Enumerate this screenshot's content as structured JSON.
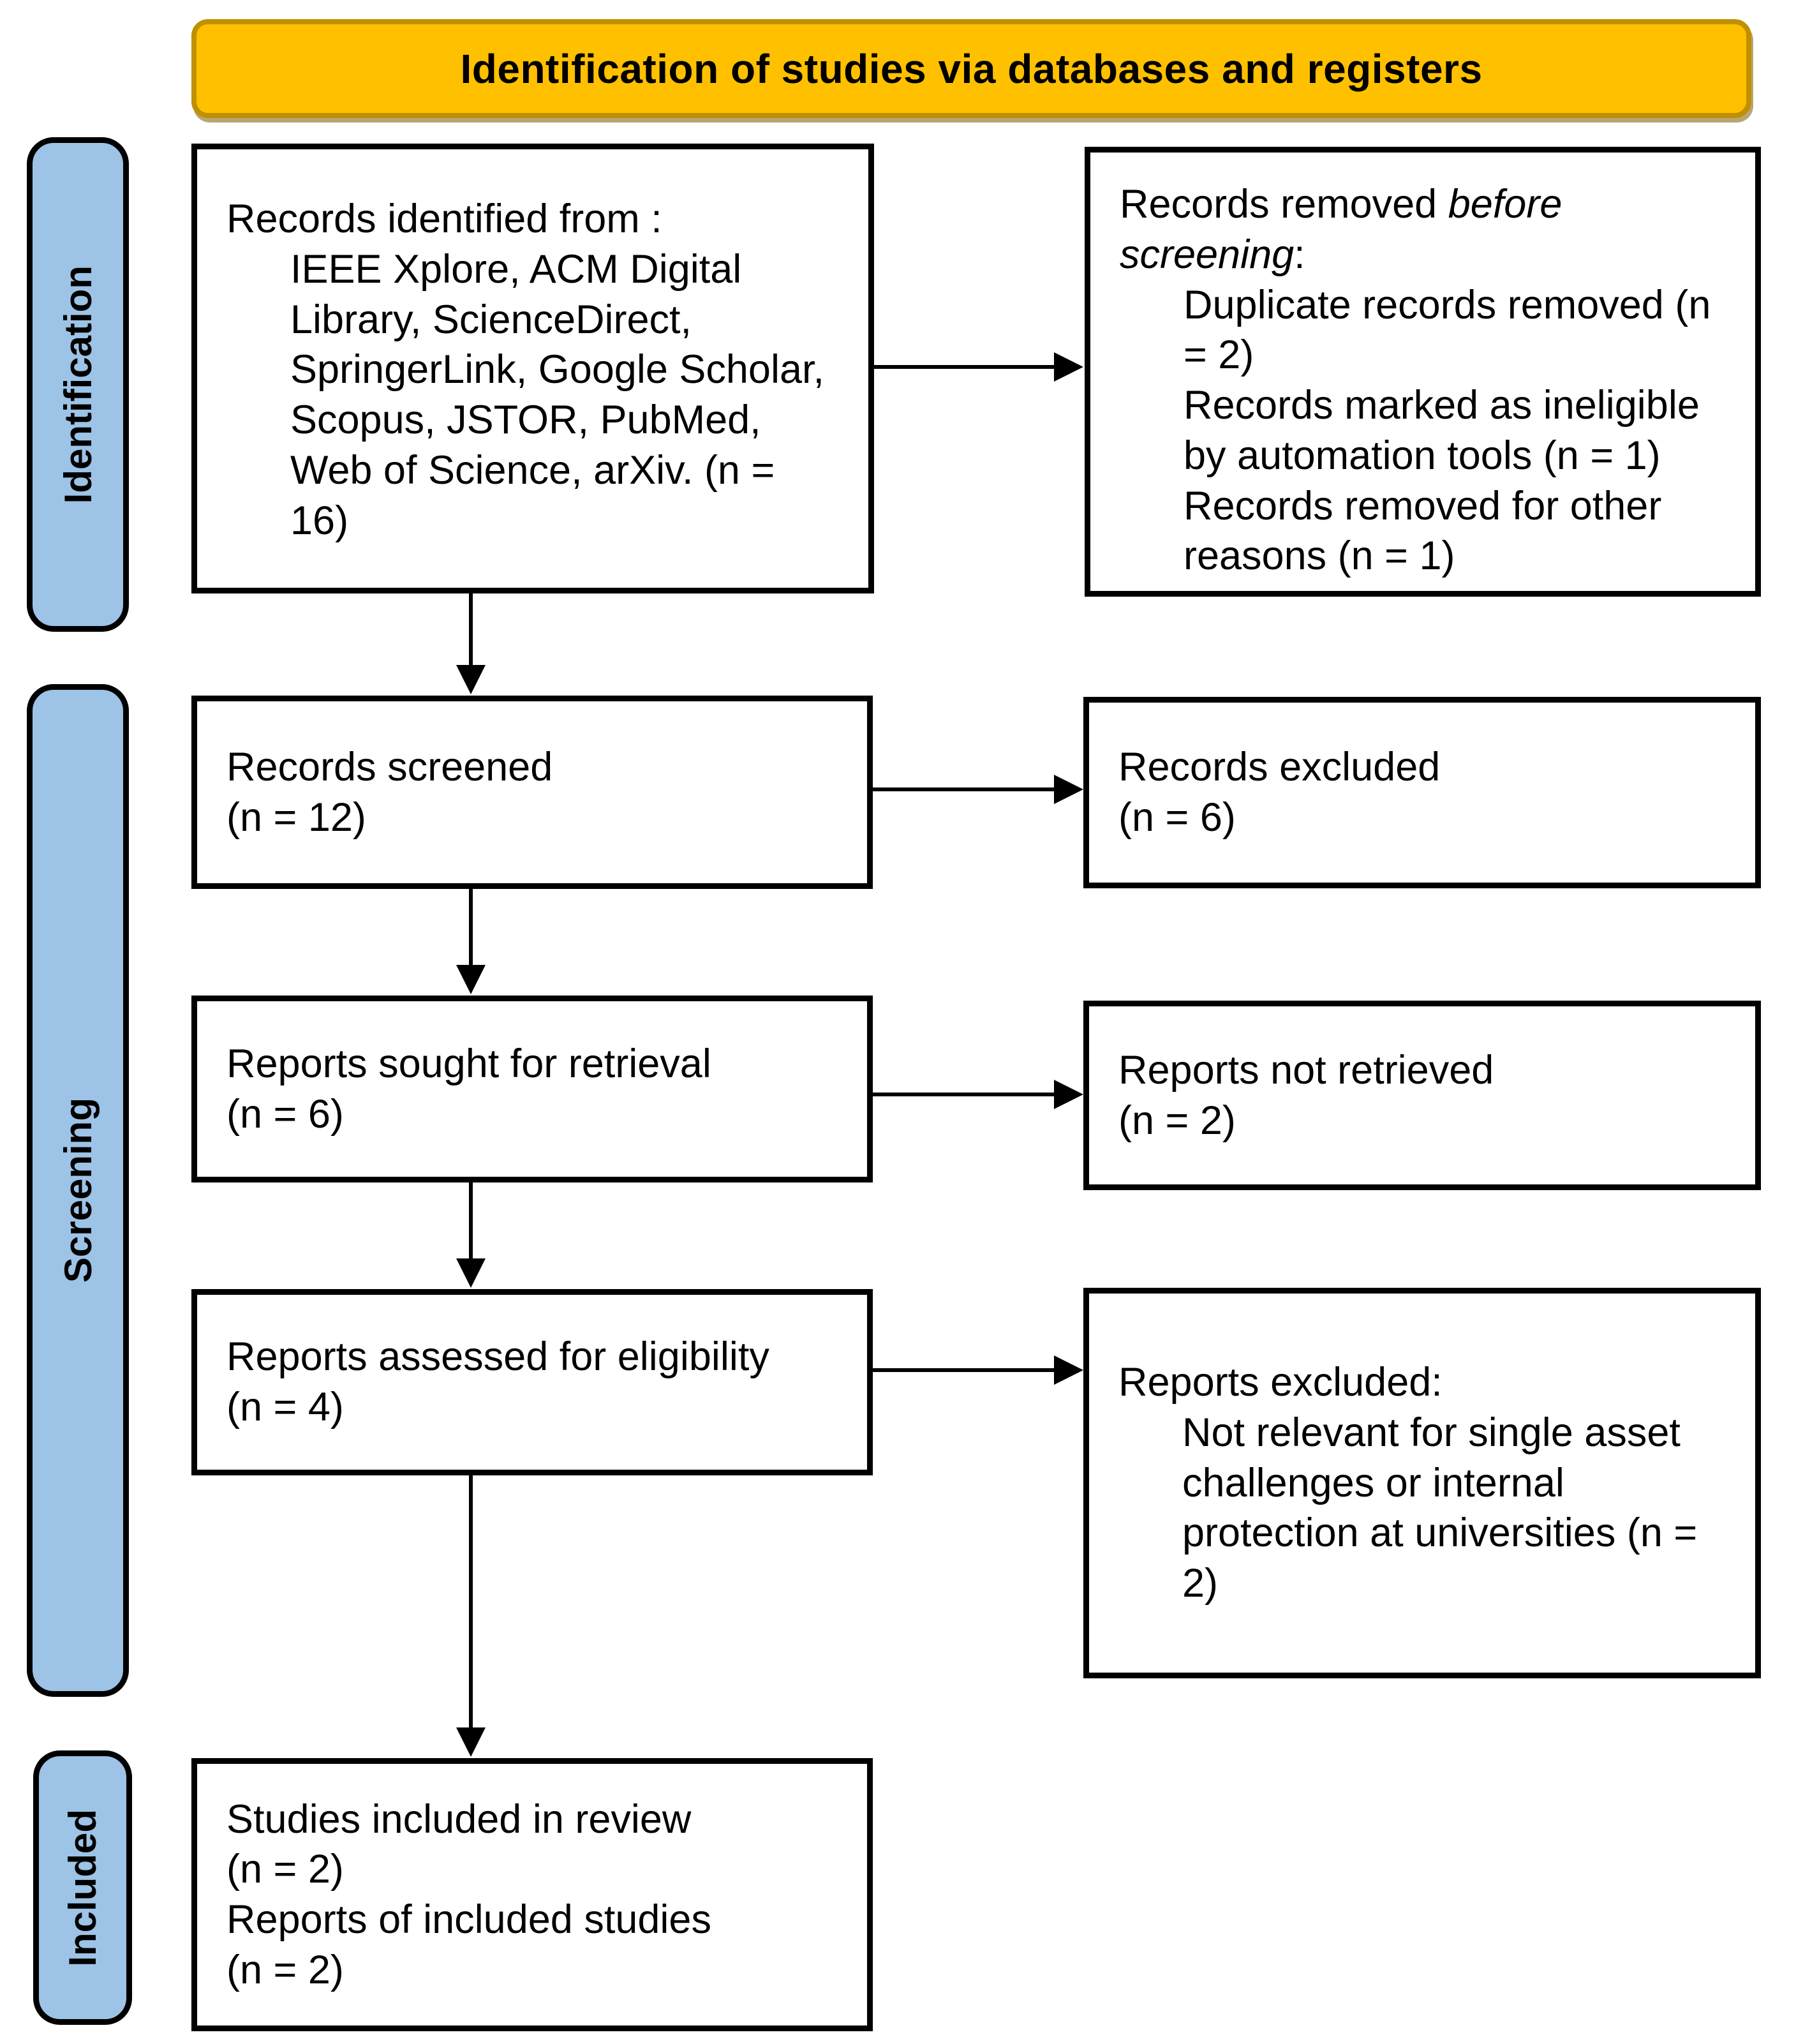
{
  "banner": {
    "title": "Identification of studies via databases and registers"
  },
  "stages": [
    {
      "label": "Identification"
    },
    {
      "label": "Screening"
    },
    {
      "label": "Included"
    }
  ],
  "colors": {
    "banner_fill": "#FFC000",
    "banner_border": "#BF9000",
    "stage_fill": "#9DC3E6",
    "stage_border": "#000000",
    "box_fill": "#FFFFFF",
    "box_border": "#000000",
    "arrow": "#000000",
    "text": "#000000"
  },
  "boxes": {
    "identified": {
      "title": "Records identified from :",
      "sources": "IEEE Xplore, ACM Digital Library, ScienceDirect, SpringerLink, Google Scholar, Scopus, JSTOR, PubMed, Web of Science, arXiv. (n = 16)"
    },
    "removed_before": {
      "lead": "Records removed ",
      "emphasis": "before screening",
      "tail": ":",
      "items": [
        "Duplicate records removed (n = 2)",
        "Records marked as ineligible by automation tools (n = 1)",
        "Records removed for other reasons (n = 1)"
      ]
    },
    "screened": {
      "title": "Records screened",
      "count": "(n = 12)"
    },
    "records_excluded": {
      "title": "Records excluded",
      "count": "(n = 6)"
    },
    "sought": {
      "title": "Reports sought for retrieval",
      "count": "(n = 6)"
    },
    "not_retrieved": {
      "title": "Reports not retrieved",
      "count": "(n = 2)"
    },
    "assessed": {
      "title": "Reports assessed for eligibility",
      "count": "(n = 4)"
    },
    "reports_excluded": {
      "title": "Reports excluded:",
      "reason": "Not relevant for single asset challenges or internal protection at universities (n = 2)"
    },
    "included": {
      "lines": [
        "Studies included in review",
        "(n = 2)",
        "Reports of included studies",
        "(n = 2)"
      ]
    }
  }
}
